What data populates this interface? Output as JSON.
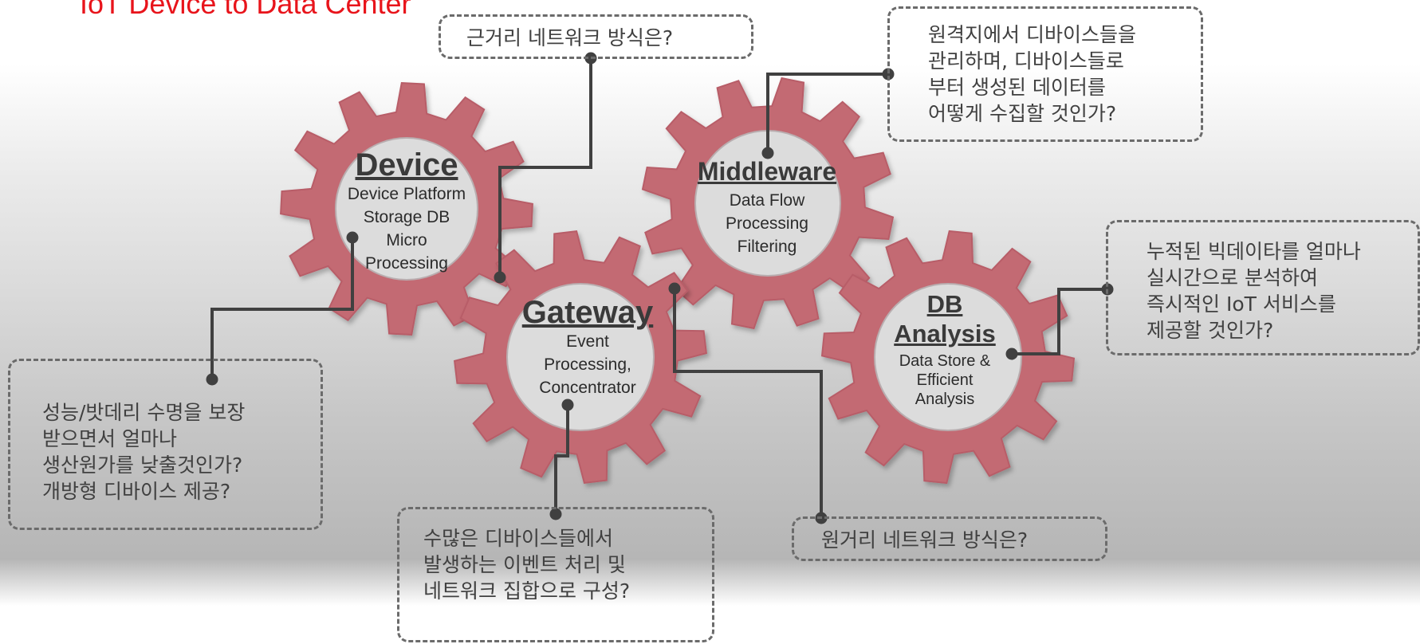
{
  "title": "IoT Device to Data Center",
  "colors": {
    "gear": "#c36a73",
    "gear_stroke": "#b85d67",
    "hub": "#dcdcdc",
    "connector": "#404040",
    "title": "#e8141b"
  },
  "gears": {
    "device": {
      "title": "Device",
      "desc": "Device Platform\nStorage DB\nMicro\nProcessing"
    },
    "gateway": {
      "title": "Gateway",
      "desc": "Event\nProcessing,\nConcentrator"
    },
    "middleware": {
      "title": "Middleware",
      "desc": "Data Flow\nProcessing\nFiltering"
    },
    "db": {
      "title": "DB\nAnalysis",
      "desc": "Data Store &\nEfficient\nAnalysis"
    }
  },
  "callouts": {
    "short_range": "근거리 네트워크 방식은?",
    "remote_manage": "원격지에서 디바이스들을\n관리하며, 디바이스들로\n부터 생성된 데이터를\n어떻게 수집할 것인가?",
    "bigdata": "누적된 빅데이타를 얼마나\n실시간으로 분석하여\n즉시적인 IoT 서비스를\n제공할 것인가?",
    "battery": "성능/밧데리 수명을 보장\n받으면서 얼마나\n생산원가를 낮출것인가?\n개방형 디바이스 제공?",
    "events": "수많은 디바이스들에서\n발생하는 이벤트 처리 및\n네트워크 집합으로 구성?",
    "long_range": "원거리 네트워크 방식은?"
  }
}
